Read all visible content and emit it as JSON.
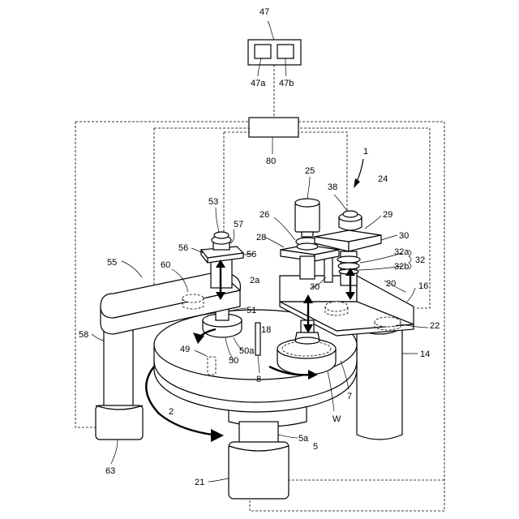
{
  "labels": {
    "l47": "47",
    "l47a": "47a",
    "l47b": "47b",
    "l80": "80",
    "l1": "1",
    "l24": "24",
    "l25": "25",
    "l26": "26",
    "l38": "38",
    "l29": "29",
    "l28": "28",
    "l30a": "30",
    "l32a": "32a",
    "l32": "32",
    "l32b": "32b",
    "l30b": "30",
    "l20": "20",
    "l16": "16",
    "l22": "22",
    "l14": "14",
    "l53": "53",
    "l57": "57",
    "l56a": "56",
    "l56b": "56",
    "l55": "55",
    "l60": "60",
    "l2a": "2a",
    "l51": "51",
    "l18": "18",
    "l50a": "50a",
    "l50": "50",
    "l49": "49",
    "l8": "8",
    "l2": "2",
    "l7": "7",
    "lW": "W",
    "l5": "5",
    "l5a": "5a",
    "l58": "58",
    "l63": "63",
    "l21": "21"
  }
}
